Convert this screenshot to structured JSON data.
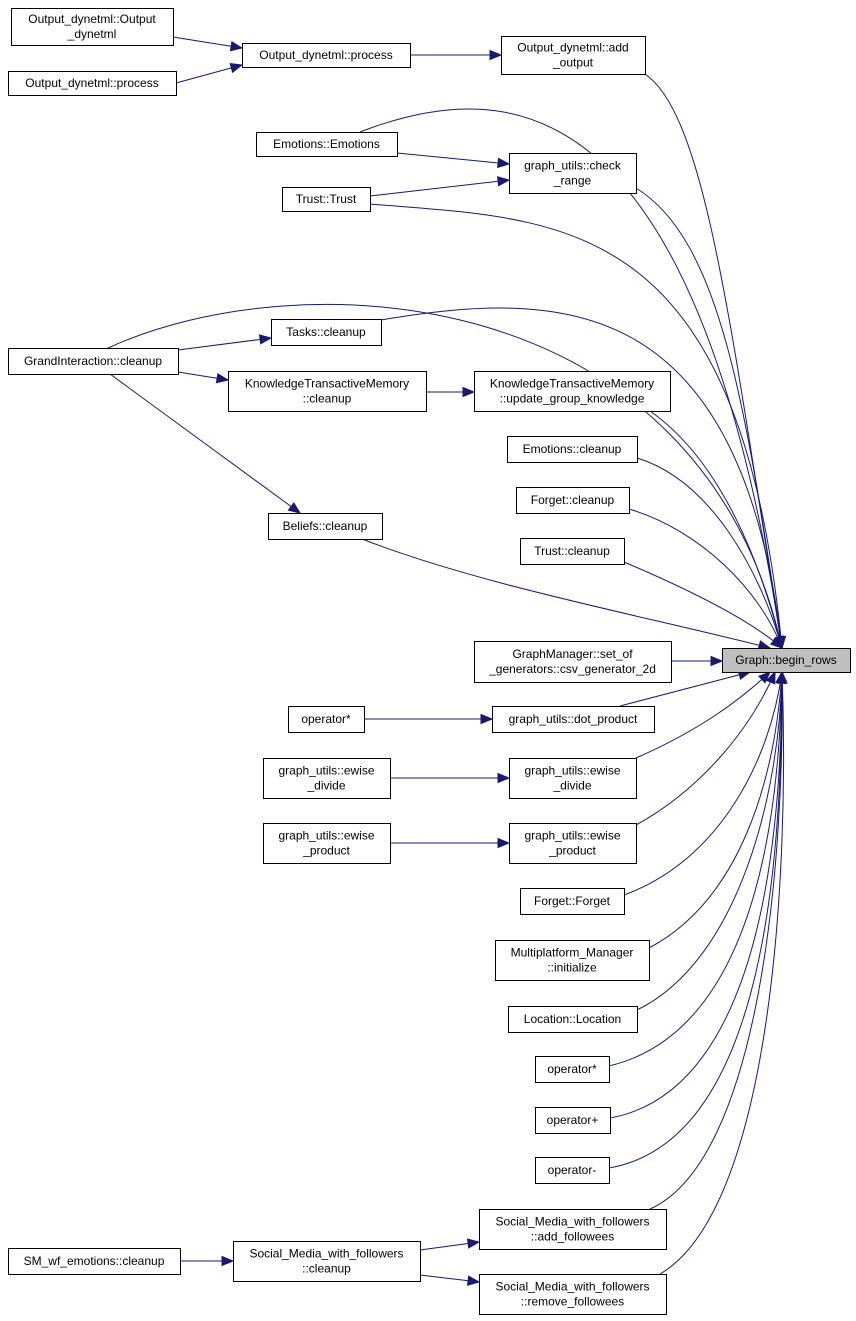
{
  "colors": {
    "edge": "#191970",
    "node_fill": "#ffffff",
    "focus_fill": "#bfbfbf",
    "border": "#000000"
  },
  "nodes": {
    "begin_rows": [
      "Graph::begin_rows"
    ],
    "od_ctor": [
      "Output_dynetml::Output",
      "_dynetml"
    ],
    "od_process2": [
      "Output_dynetml::process"
    ],
    "od_process": [
      "Output_dynetml::process"
    ],
    "od_add_output": [
      "Output_dynetml::add",
      "_output"
    ],
    "emotions_ctor": [
      "Emotions::Emotions"
    ],
    "check_range": [
      "graph_utils::check",
      "_range"
    ],
    "trust_ctor": [
      "Trust::Trust"
    ],
    "tasks_cleanup": [
      "Tasks::cleanup"
    ],
    "gi_cleanup": [
      "GrandInteraction::cleanup"
    ],
    "ktm_cleanup": [
      "KnowledgeTransactiveMemory",
      "::cleanup"
    ],
    "ktm_ugk": [
      "KnowledgeTransactiveMemory",
      "::update_group_knowledge"
    ],
    "emotions_cleanup": [
      "Emotions::cleanup"
    ],
    "forget_cleanup": [
      "Forget::cleanup"
    ],
    "beliefs_cleanup": [
      "Beliefs::cleanup"
    ],
    "trust_cleanup": [
      "Trust::cleanup"
    ],
    "gm_csv": [
      "GraphManager::set_of",
      "_generators::csv_generator_2d"
    ],
    "operator_star2": [
      "operator*"
    ],
    "dot_product": [
      "graph_utils::dot_product"
    ],
    "ewise_divide2": [
      "graph_utils::ewise",
      "_divide"
    ],
    "ewise_divide": [
      "graph_utils::ewise",
      "_divide"
    ],
    "ewise_product2": [
      "graph_utils::ewise",
      "_product"
    ],
    "ewise_product": [
      "graph_utils::ewise",
      "_product"
    ],
    "forget_ctor": [
      "Forget::Forget"
    ],
    "mp_init": [
      "Multiplatform_Manager",
      "::initialize"
    ],
    "location_ctor": [
      "Location::Location"
    ],
    "operator_star": [
      "operator*"
    ],
    "operator_plus": [
      "operator+"
    ],
    "operator_minus": [
      "operator-"
    ],
    "smwf_add": [
      "Social_Media_with_followers",
      "::add_followees"
    ],
    "smwf_emotions_cleanup": [
      "SM_wf_emotions::cleanup"
    ],
    "smwf_cleanup": [
      "Social_Media_with_followers",
      "::cleanup"
    ],
    "smwf_remove": [
      "Social_Media_with_followers",
      "::remove_followees"
    ]
  }
}
